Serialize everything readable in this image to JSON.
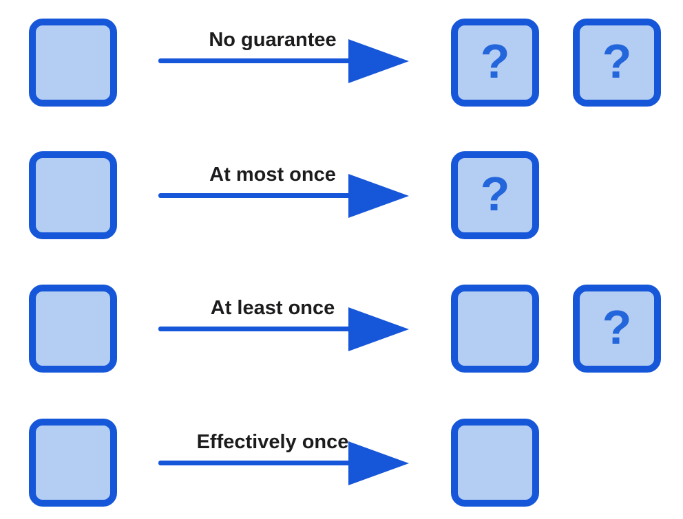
{
  "colors": {
    "border": "#1557d8",
    "fill": "#b4cdf2",
    "arrow": "#1656d9",
    "mark": "#2365db",
    "label_text": "#1c1c1e",
    "background": "#ffffff"
  },
  "rows": [
    {
      "label": "No guarantee",
      "source_mark": "",
      "results": [
        "?",
        "?"
      ]
    },
    {
      "label": "At most once",
      "source_mark": "",
      "results": [
        "?"
      ]
    },
    {
      "label": "At least once",
      "source_mark": "",
      "results": [
        "",
        "?"
      ]
    },
    {
      "label": "Effectively once",
      "source_mark": "",
      "results": [
        ""
      ]
    }
  ]
}
